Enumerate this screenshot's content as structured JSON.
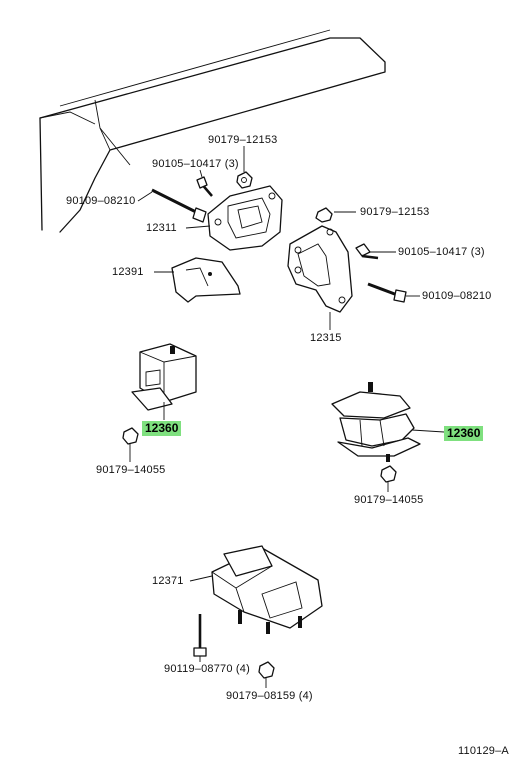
{
  "parts": {
    "p_90179_12153_top": "90179–12153",
    "p_90105_10417_left": "90105–10417 (3)",
    "p_90109_08210_left": "90109–08210",
    "p_12311": "12311",
    "p_12391": "12391",
    "p_90179_12153_right": "90179–12153",
    "p_90105_10417_right": "90105–10417 (3)",
    "p_90109_08210_right": "90109–08210",
    "p_12315": "12315",
    "p_12360_left": "12360",
    "p_90179_14055_left": "90179–14055",
    "p_12360_right": "12360",
    "p_90179_14055_right": "90179–14055",
    "p_12371": "12371",
    "p_90119_08770": "90119–08770 (4)",
    "p_90179_08159": "90179–08159 (4)"
  },
  "footer": {
    "figure_code": "110129–A"
  },
  "colors": {
    "highlight": "#7fe07f"
  }
}
